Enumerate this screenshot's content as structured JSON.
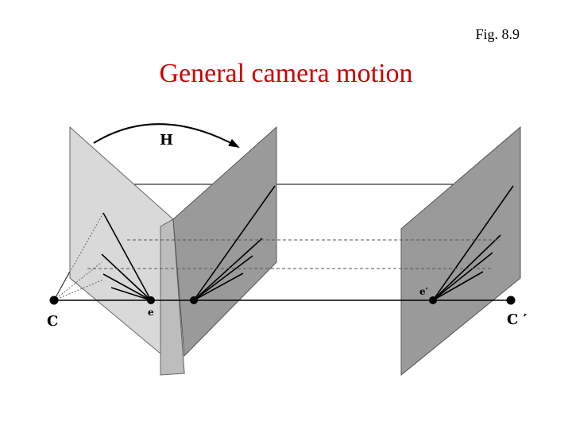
{
  "figure": {
    "label": "Fig. 8.9",
    "title": "General camera motion"
  },
  "diagram": {
    "labels": {
      "homography": "H",
      "camera_center_1": "C",
      "camera_center_2": "C ′",
      "epipole_1": "e",
      "epipole_2": "e′"
    },
    "colors": {
      "title": "#cc0000",
      "plane_light": "#d9d9d9",
      "plane_dark": "#9a9a9a",
      "line": "#000000",
      "dashed": "#555555"
    }
  }
}
